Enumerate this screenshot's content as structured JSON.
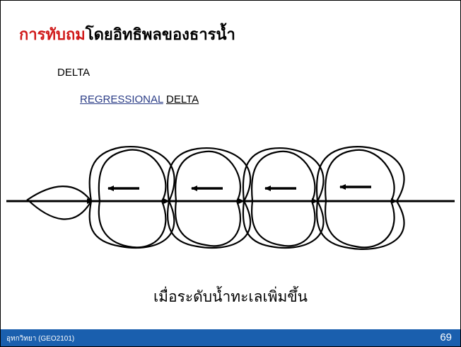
{
  "slide": {
    "title_highlight": "การทับถม",
    "title_rest": "โดยอิทธิพลของธารน้ำ",
    "bullet1": "DELTA",
    "bullet2_part1": "REGRESSIONAL",
    "bullet2_part2": "DELTA",
    "caption": "เมื่อระดับน้ำทะเลเพิ่มขึ้น"
  },
  "footer": {
    "course": "อุทกวิทยา (GEO2101)",
    "page_number": "69"
  },
  "colors": {
    "title_highlight": "#d01a1a",
    "link_text": "#2a3c86",
    "footer_bar": "#1a5fae"
  }
}
